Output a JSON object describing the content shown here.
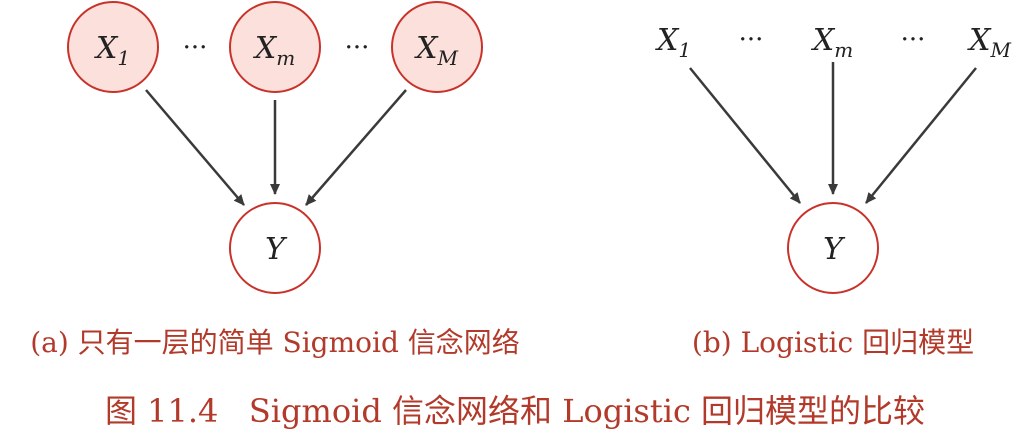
{
  "colors": {
    "node_fill": "#fbe0dc",
    "node_stroke": "#c8322a",
    "output_fill": "#ffffff",
    "edge": "#3a3a3a",
    "caption": "#b33a2a",
    "text": "#222222"
  },
  "panel_a": {
    "nodes": {
      "x1": {
        "main": "X",
        "sub": "1"
      },
      "xm": {
        "main": "X",
        "sub": "m"
      },
      "xM": {
        "main": "X",
        "sub": "M"
      },
      "y": {
        "main": "Y"
      }
    },
    "ellipsis": "···",
    "caption": "(a) 只有一层的简单 Sigmoid 信念网络"
  },
  "panel_b": {
    "nodes": {
      "x1": {
        "main": "X",
        "sub": "1"
      },
      "xm": {
        "main": "X",
        "sub": "m"
      },
      "xM": {
        "main": "X",
        "sub": "M"
      },
      "y": {
        "main": "Y"
      }
    },
    "ellipsis": "···",
    "caption": "(b) Logistic 回归模型"
  },
  "figure_caption": "图 11.4   Sigmoid 信念网络和 Logistic 回归模型的比较"
}
